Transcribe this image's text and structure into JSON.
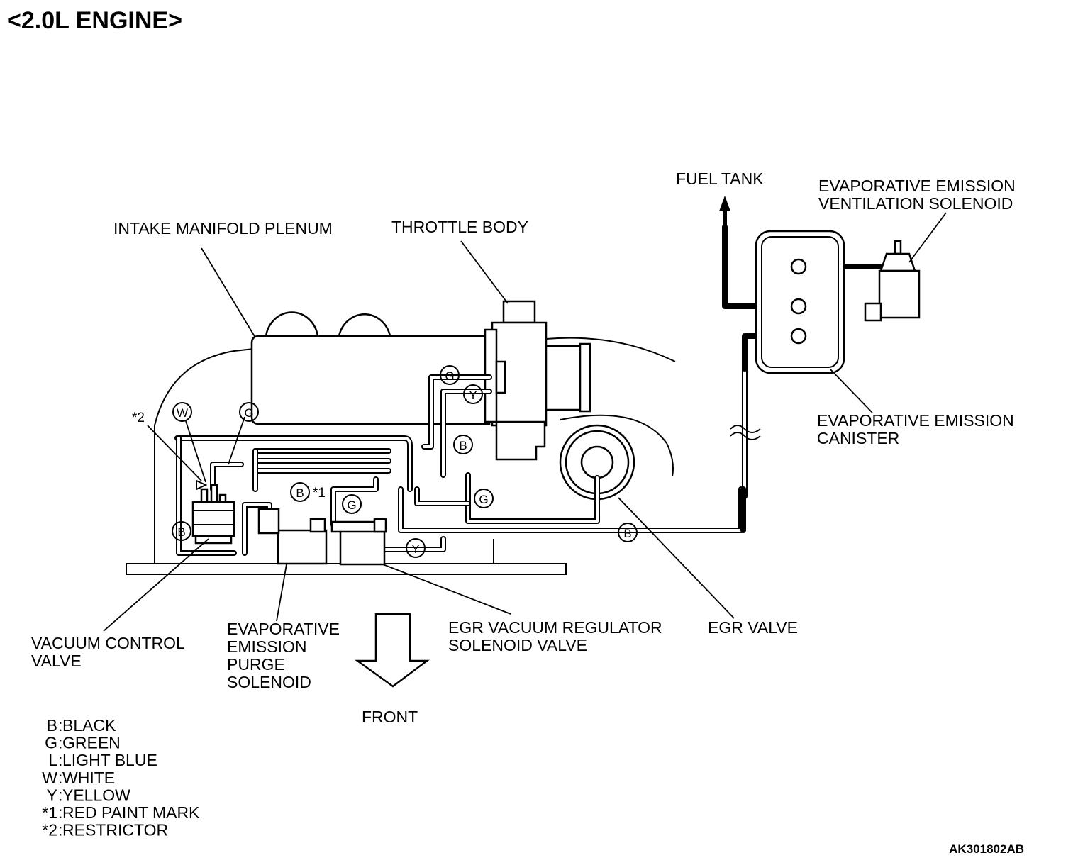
{
  "title": "<2.0L ENGINE>",
  "labels": {
    "intake_manifold_plenum": "INTAKE MANIFOLD PLENUM",
    "throttle_body": "THROTTLE BODY",
    "fuel_tank": "FUEL TANK",
    "ventilation_solenoid_1": "EVAPORATIVE EMISSION",
    "ventilation_solenoid_2": "VENTILATION SOLENOID",
    "canister_1": "EVAPORATIVE EMISSION",
    "canister_2": "CANISTER",
    "vacuum_control_valve_1": "VACUUM CONTROL",
    "vacuum_control_valve_2": "VALVE",
    "purge_solenoid_1": "EVAPORATIVE",
    "purge_solenoid_2": "EMISSION",
    "purge_solenoid_3": "PURGE",
    "purge_solenoid_4": "SOLENOID",
    "egr_regulator_1": "EGR VACUUM REGULATOR",
    "egr_regulator_2": "SOLENOID VALVE",
    "egr_valve": "EGR VALVE",
    "front": "FRONT",
    "restrictor_mark": "*2",
    "red_paint_mark": "*1"
  },
  "hose_tags": {
    "green": "G",
    "yellow": "Y",
    "black": "B",
    "white": "W"
  },
  "legend": [
    {
      "code": "B",
      "desc": "BLACK"
    },
    {
      "code": "G",
      "desc": "GREEN"
    },
    {
      "code": "L",
      "desc": "LIGHT BLUE"
    },
    {
      "code": "W",
      "desc": "WHITE"
    },
    {
      "code": "Y",
      "desc": "YELLOW"
    },
    {
      "code": "*1",
      "desc": "RED PAINT MARK"
    },
    {
      "code": "*2",
      "desc": "RESTRICTOR"
    }
  ],
  "figure_code": "AK301802AB"
}
